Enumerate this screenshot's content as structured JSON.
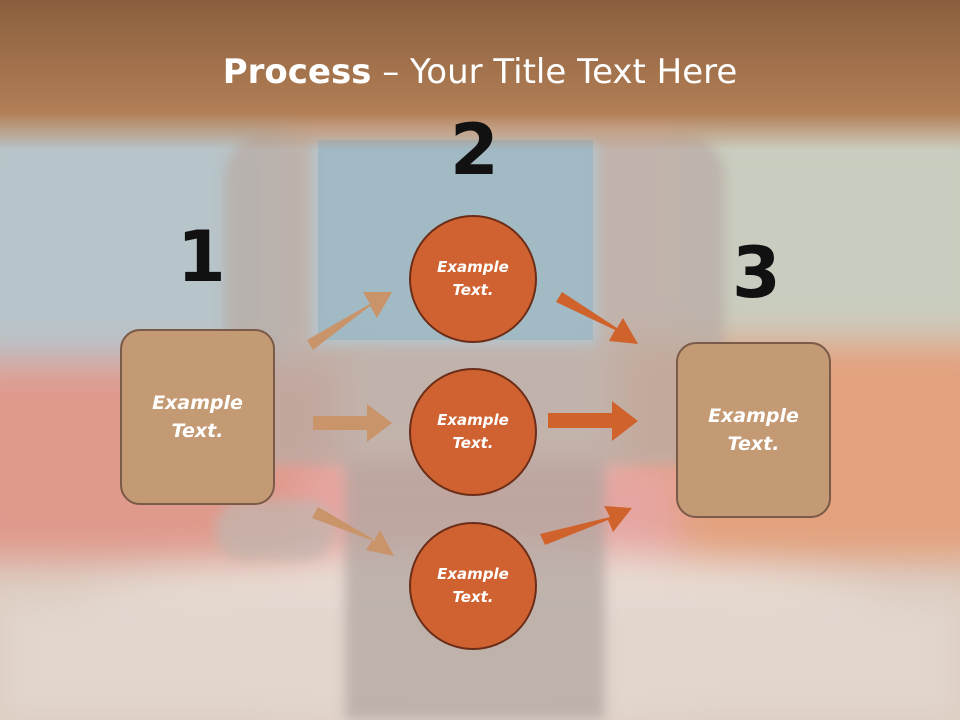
{
  "title": {
    "strong": "Process",
    "rest": " – Your Title Text Here"
  },
  "steps": {
    "one": "1",
    "two": "2",
    "three": "3"
  },
  "boxes": {
    "left": "Example Text.",
    "right": "Example Text."
  },
  "circles": {
    "top": "Example Text.",
    "middle": "Example Text.",
    "bottom": "Example Text."
  },
  "colors": {
    "title_bar": "#a9744a",
    "box_fill": "#c49a74",
    "box_border": "#7a5a48",
    "circle_fill": "#cf6230",
    "circle_border": "#6b2d18",
    "arrow_light": "#c9946a",
    "arrow_dark": "#d0622c"
  }
}
